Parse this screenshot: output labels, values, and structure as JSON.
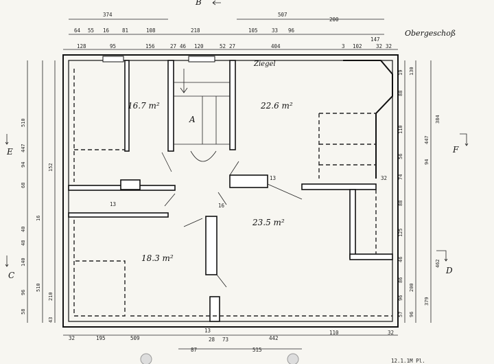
{
  "plan": {
    "title": "Obergeschoß",
    "wall_note": "Ziegel",
    "stair_arrow": "A",
    "rooms": [
      {
        "id": "nw",
        "area": "16.7 m²"
      },
      {
        "id": "ne",
        "area": "22.6 m²"
      },
      {
        "id": "center",
        "area": "23.5 m²"
      },
      {
        "id": "sw",
        "area": "18.3 m²"
      }
    ],
    "sections": {
      "b": "B",
      "c": "C",
      "d": "D",
      "e": "E",
      "f": "F"
    },
    "top_dims_row1": [
      "374",
      "507",
      "200"
    ],
    "top_dims_row2": [
      "64",
      "55",
      "16",
      "81",
      "108",
      "218",
      "105",
      "33",
      "96"
    ],
    "top_dims_row3": [
      "128",
      "95",
      "156",
      "27",
      "46",
      "120",
      "52",
      "27",
      "404",
      "3",
      "102",
      "32",
      "32"
    ],
    "top_dims_extra": [
      "147"
    ],
    "bottom_dims_row1": [
      "32",
      "195",
      "509",
      "13",
      "28",
      "73",
      "442",
      "110",
      "32"
    ],
    "bottom_dims_row2": [
      "87",
      "515"
    ],
    "left_dims_outer": [
      "510",
      "447",
      "94",
      "152",
      "68",
      "40",
      "16",
      "48",
      "140",
      "96",
      "510",
      "210",
      "58",
      "43"
    ],
    "right_dims_outer": [
      "130",
      "384",
      "447",
      "94",
      "462",
      "379"
    ],
    "right_dims_inner": [
      "19",
      "88",
      "110",
      "56",
      "74",
      "88",
      "125",
      "46",
      "86",
      "200",
      "96",
      "57",
      "96"
    ],
    "small_labels": [
      "13",
      "13",
      "16",
      "32"
    ],
    "footer_note": "12.1.1M Pl."
  }
}
